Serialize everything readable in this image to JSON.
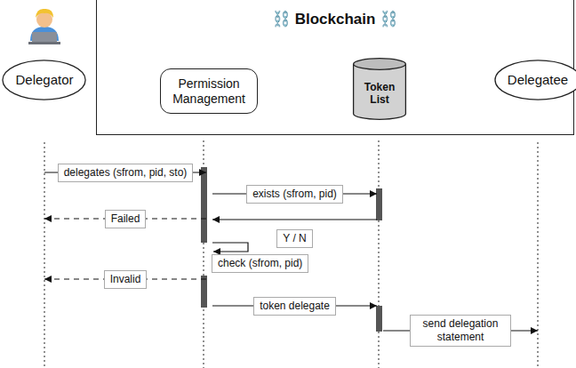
{
  "diagram": {
    "nodes": [
      {
        "text": [
          "Delegator"
        ]
      },
      {
        "text": [
          "⛓️ Blockchain ⛓️"
        ]
      },
      {
        "text": [
          "Permission Management"
        ],
        "in": 1
      },
      {
        "text": [
          "Token List"
        ],
        "in": 1
      },
      {
        "text": [
          "Delegatee"
        ]
      }
    ],
    "edges": [
      {
        "from": 0,
        "to": 2,
        "label": "delegates (sfrom, pid, sto)",
        "arrow": "to"
      },
      {
        "from": 2,
        "to": 3,
        "label": "exists (sfrom, pid)",
        "arrow": "to"
      },
      {
        "from": 3,
        "to": 2,
        "label": "Y / N",
        "arrow": "to"
      },
      {
        "from": 2,
        "to": 0,
        "label": "Failed",
        "arrow": "to"
      },
      {
        "from": 2,
        "to": 2,
        "label": "check (sfrom, pid)",
        "arrow": "to"
      },
      {
        "from": 2,
        "to": 0,
        "label": "Invalid",
        "arrow": "to"
      },
      {
        "from": 2,
        "to": 3,
        "label": "token delegate",
        "arrow": "to"
      },
      {
        "from": 3,
        "to": 4,
        "label": "send delegation statement",
        "arrow": "to"
      }
    ]
  }
}
